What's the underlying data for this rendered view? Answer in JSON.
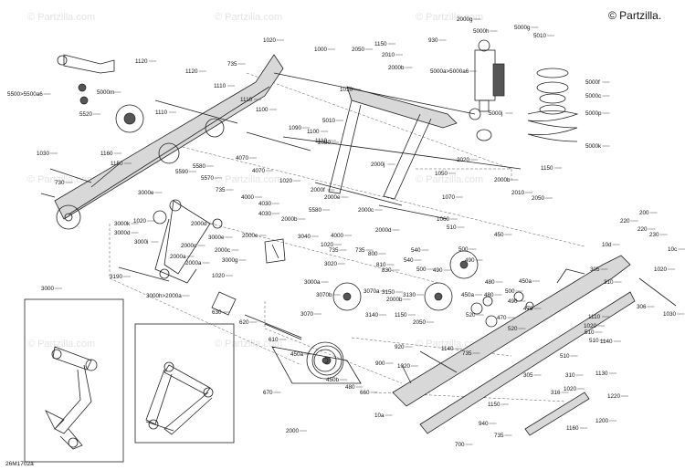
{
  "brand": "© Partzilla.",
  "watermark": "© Partzilla.com",
  "ref_code": "26M1702a",
  "callouts": [
    {
      "id": "c1020a",
      "text": "1020"
    },
    {
      "id": "c735a",
      "text": "735"
    },
    {
      "id": "c1000",
      "text": "1000"
    },
    {
      "id": "c2050a",
      "text": "2050"
    },
    {
      "id": "c1150a",
      "text": "1150"
    },
    {
      "id": "c2010a",
      "text": "2010"
    },
    {
      "id": "c2000b_a",
      "text": "2000b"
    },
    {
      "id": "c1010",
      "text": "1010"
    },
    {
      "id": "c2000g",
      "text": "2000g"
    },
    {
      "id": "c5000g",
      "text": "5000g"
    },
    {
      "id": "c5010",
      "text": "5010"
    },
    {
      "id": "c930",
      "text": "930"
    },
    {
      "id": "c5000h",
      "text": "5000h"
    },
    {
      "id": "c5000a",
      "text": "5000a>5000a6"
    },
    {
      "id": "c5000f",
      "text": "5000f"
    },
    {
      "id": "c5000c",
      "text": "5000c"
    },
    {
      "id": "c5000p",
      "text": "5000p"
    },
    {
      "id": "c5000j",
      "text": "5000j"
    },
    {
      "id": "c5000k",
      "text": "5000k"
    },
    {
      "id": "c1120a",
      "text": "1120"
    },
    {
      "id": "c1120b",
      "text": "1120"
    },
    {
      "id": "c5500",
      "text": "5500>5500a6"
    },
    {
      "id": "c5000m",
      "text": "5000m"
    },
    {
      "id": "c5520",
      "text": "5520"
    },
    {
      "id": "c1110a",
      "text": "1110"
    },
    {
      "id": "c1110b",
      "text": "1110"
    },
    {
      "id": "c1110c",
      "text": "1110"
    },
    {
      "id": "c1100a",
      "text": "1100"
    },
    {
      "id": "c1090",
      "text": "1090"
    },
    {
      "id": "c1100b",
      "text": "1100"
    },
    {
      "id": "c5010b",
      "text": "5010"
    },
    {
      "id": "c1110d",
      "text": "1110"
    },
    {
      "id": "c2080",
      "text": "2080"
    },
    {
      "id": "c1030",
      "text": "1030"
    },
    {
      "id": "c1160",
      "text": "1160"
    },
    {
      "id": "c1150b",
      "text": "1150"
    },
    {
      "id": "c5590",
      "text": "5590"
    },
    {
      "id": "c5580",
      "text": "5580"
    },
    {
      "id": "c5570",
      "text": "5570"
    },
    {
      "id": "c4070a",
      "text": "4070"
    },
    {
      "id": "c4070b",
      "text": "4070"
    },
    {
      "id": "c2000j",
      "text": "2000j"
    },
    {
      "id": "c2020",
      "text": "2020"
    },
    {
      "id": "c730",
      "text": "730"
    },
    {
      "id": "c735b",
      "text": "735"
    },
    {
      "id": "c1020b",
      "text": "1020"
    },
    {
      "id": "c4000a",
      "text": "4000"
    },
    {
      "id": "c4030a",
      "text": "4030"
    },
    {
      "id": "c2000f",
      "text": "2000f"
    },
    {
      "id": "c2000e_a",
      "text": "2000e"
    },
    {
      "id": "c4030b",
      "text": "4030"
    },
    {
      "id": "c5580b",
      "text": "5580"
    },
    {
      "id": "c1050",
      "text": "1050"
    },
    {
      "id": "c1150c",
      "text": "1150"
    },
    {
      "id": "c2000b_b",
      "text": "2000b"
    },
    {
      "id": "c2010b",
      "text": "2010"
    },
    {
      "id": "c2050b",
      "text": "2050"
    },
    {
      "id": "c1070",
      "text": "1070"
    },
    {
      "id": "c3000e",
      "text": "3000e"
    },
    {
      "id": "c3000k",
      "text": "3000k"
    },
    {
      "id": "c3000d",
      "text": "3000d"
    },
    {
      "id": "c1020c",
      "text": "1020"
    },
    {
      "id": "c3000i",
      "text": "3000i"
    },
    {
      "id": "c3000e_b",
      "text": "3000e"
    },
    {
      "id": "c2000d_a",
      "text": "2000d"
    },
    {
      "id": "c2000c_a",
      "text": "2000c"
    },
    {
      "id": "c2000b_c",
      "text": "2000b"
    },
    {
      "id": "c2000e_b",
      "text": "2000e"
    },
    {
      "id": "c2000c_b",
      "text": "2000c"
    },
    {
      "id": "c2000a_a",
      "text": "2000a"
    },
    {
      "id": "c2000d_b",
      "text": "2000d"
    },
    {
      "id": "c4000b",
      "text": "4000"
    },
    {
      "id": "c1060",
      "text": "1060"
    },
    {
      "id": "c510a",
      "text": "510"
    },
    {
      "id": "c3040",
      "text": "3040"
    },
    {
      "id": "c1020d",
      "text": "1020"
    },
    {
      "id": "c735c",
      "text": "735"
    },
    {
      "id": "c3020",
      "text": "3020"
    },
    {
      "id": "c2000c_c",
      "text": "2000c"
    },
    {
      "id": "c3000g",
      "text": "3000g"
    },
    {
      "id": "c2000a_b",
      "text": "2000a"
    },
    {
      "id": "c3190",
      "text": "3190"
    },
    {
      "id": "c1020e",
      "text": "1020"
    },
    {
      "id": "c3000h",
      "text": "3000h>2000a"
    },
    {
      "id": "c3000a",
      "text": "3000a"
    },
    {
      "id": "c630",
      "text": "630"
    },
    {
      "id": "c620",
      "text": "620"
    },
    {
      "id": "c3070",
      "text": "3070"
    },
    {
      "id": "c3070b",
      "text": "3070b"
    },
    {
      "id": "c735d",
      "text": "735"
    },
    {
      "id": "c800",
      "text": "800"
    },
    {
      "id": "c810",
      "text": "810"
    },
    {
      "id": "c830",
      "text": "830"
    },
    {
      "id": "c3070a",
      "text": "3070a"
    },
    {
      "id": "c3150",
      "text": "3150"
    },
    {
      "id": "c2000b_d",
      "text": "2000b"
    },
    {
      "id": "c3130",
      "text": "3130"
    },
    {
      "id": "c3140",
      "text": "3140"
    },
    {
      "id": "c1150d",
      "text": "1150"
    },
    {
      "id": "c2050c",
      "text": "2050"
    },
    {
      "id": "c540a",
      "text": "540"
    },
    {
      "id": "c540b",
      "text": "540"
    },
    {
      "id": "c500a",
      "text": "500"
    },
    {
      "id": "c490a",
      "text": "490"
    },
    {
      "id": "c500b",
      "text": "500"
    },
    {
      "id": "c490b",
      "text": "490"
    },
    {
      "id": "c450a",
      "text": "450"
    },
    {
      "id": "c450a_a",
      "text": "450a"
    },
    {
      "id": "c480a",
      "text": "480"
    },
    {
      "id": "c520a",
      "text": "520"
    },
    {
      "id": "c500c",
      "text": "500"
    },
    {
      "id": "c490c",
      "text": "490"
    },
    {
      "id": "c480b",
      "text": "480"
    },
    {
      "id": "c450a_b",
      "text": "450a"
    },
    {
      "id": "c470a",
      "text": "470"
    },
    {
      "id": "c520b",
      "text": "520"
    },
    {
      "id": "c470b",
      "text": "470"
    },
    {
      "id": "c3000",
      "text": "3000"
    },
    {
      "id": "c610",
      "text": "610"
    },
    {
      "id": "c450a_c",
      "text": "450a"
    },
    {
      "id": "c920",
      "text": "920"
    },
    {
      "id": "c1140",
      "text": "1140"
    },
    {
      "id": "c735e",
      "text": "735"
    },
    {
      "id": "c900",
      "text": "900"
    },
    {
      "id": "c1020f",
      "text": "1020"
    },
    {
      "id": "c450b",
      "text": "450b"
    },
    {
      "id": "c480c",
      "text": "480"
    },
    {
      "id": "c660",
      "text": "660"
    },
    {
      "id": "c670",
      "text": "670"
    },
    {
      "id": "c2000",
      "text": "2000"
    },
    {
      "id": "c220a",
      "text": "220"
    },
    {
      "id": "c200",
      "text": "200"
    },
    {
      "id": "c220b",
      "text": "220"
    },
    {
      "id": "c230",
      "text": "230"
    },
    {
      "id": "c10d",
      "text": "10d"
    },
    {
      "id": "c10c",
      "text": "10c"
    },
    {
      "id": "c305a",
      "text": "305"
    },
    {
      "id": "c310a",
      "text": "310"
    },
    {
      "id": "c1020g",
      "text": "1020"
    },
    {
      "id": "c306",
      "text": "306"
    },
    {
      "id": "c1030b",
      "text": "1030"
    },
    {
      "id": "c1110e",
      "text": "1110"
    },
    {
      "id": "c1020h",
      "text": "1020"
    },
    {
      "id": "c510b",
      "text": "510"
    },
    {
      "id": "c510c",
      "text": "510"
    },
    {
      "id": "c510d",
      "text": "510"
    },
    {
      "id": "c1140b",
      "text": "1140"
    },
    {
      "id": "c1130",
      "text": "1130"
    },
    {
      "id": "c305b",
      "text": "305"
    },
    {
      "id": "c310b",
      "text": "310"
    },
    {
      "id": "c316",
      "text": "316"
    },
    {
      "id": "c1150e",
      "text": "1150"
    },
    {
      "id": "c1020i",
      "text": "1020"
    },
    {
      "id": "c1220",
      "text": "1220"
    },
    {
      "id": "c1200",
      "text": "1200"
    },
    {
      "id": "c1160b",
      "text": "1160"
    },
    {
      "id": "c10a",
      "text": "10a"
    },
    {
      "id": "c940",
      "text": "940"
    },
    {
      "id": "c735f",
      "text": "735"
    },
    {
      "id": "c700",
      "text": "700"
    }
  ]
}
